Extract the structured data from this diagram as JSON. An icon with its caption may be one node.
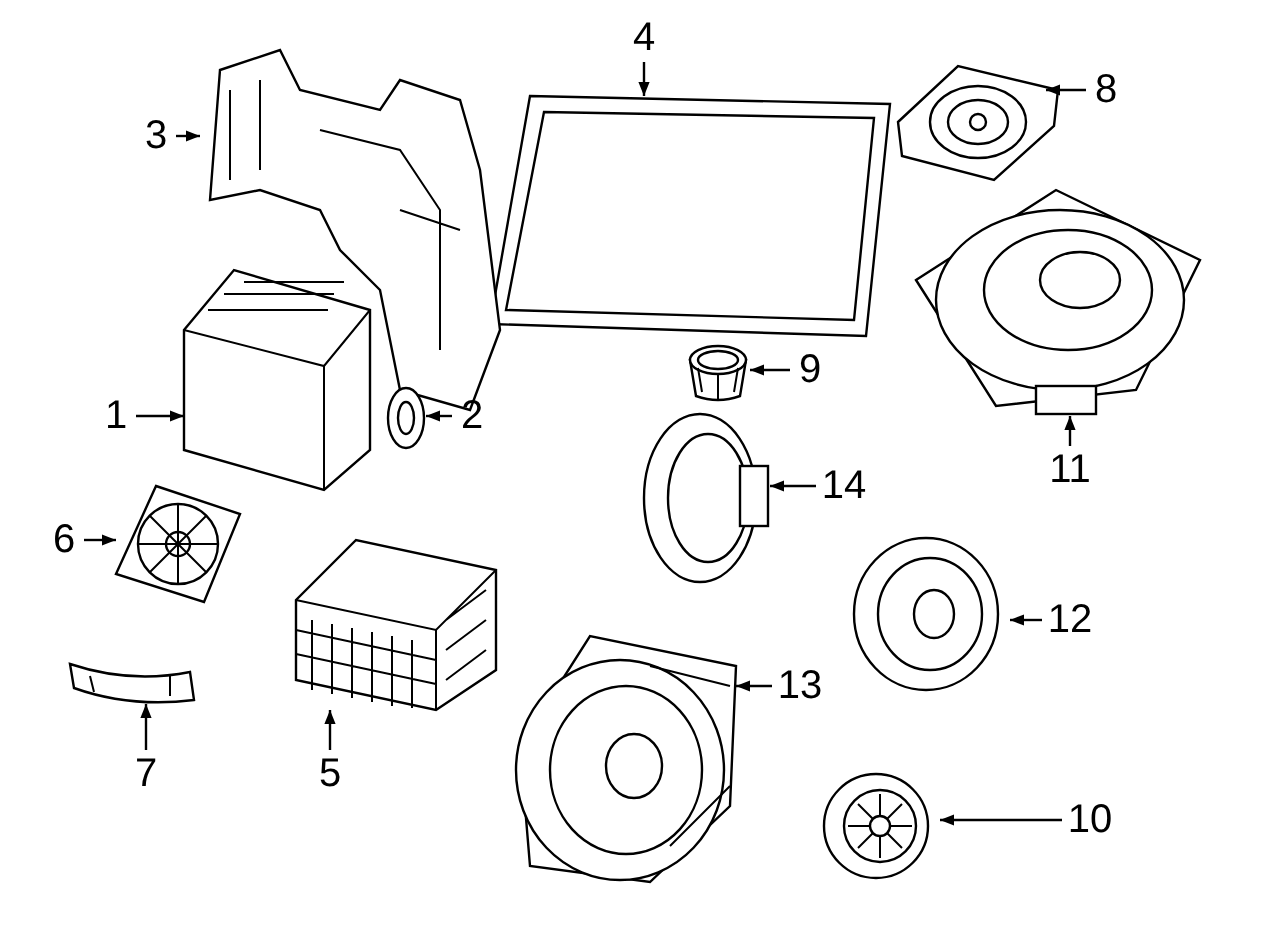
{
  "diagram": {
    "nodes": [
      {
        "text": [
          "4"
        ]
      },
      {
        "text": [
          "8"
        ]
      },
      {
        "text": [
          "3"
        ]
      },
      {
        "text": [
          "11"
        ]
      },
      {
        "text": [
          "1"
        ]
      },
      {
        "text": [
          "9"
        ]
      },
      {
        "text": [
          "2"
        ]
      },
      {
        "text": [
          "14"
        ]
      },
      {
        "text": [
          "6"
        ]
      },
      {
        "text": [
          "12"
        ]
      },
      {
        "text": [
          "13"
        ]
      },
      {
        "text": [
          "5"
        ]
      },
      {
        "text": [
          "7"
        ]
      },
      {
        "text": [
          "10"
        ]
      },
      {
        "text": [],
        "shape": "picture"
      },
      {
        "text": [],
        "shape": "picture"
      },
      {
        "text": [],
        "shape": "picture"
      },
      {
        "text": [],
        "shape": "picture"
      },
      {
        "text": [],
        "shape": "picture"
      },
      {
        "text": [],
        "shape": "picture"
      },
      {
        "text": [],
        "shape": "picture"
      },
      {
        "text": [],
        "shape": "picture"
      },
      {
        "text": [],
        "shape": "picture"
      },
      {
        "text": [],
        "shape": "picture"
      },
      {
        "text": [],
        "shape": "picture"
      },
      {
        "text": [],
        "shape": "picture"
      },
      {
        "text": [],
        "shape": "picture"
      },
      {
        "text": [],
        "shape": "picture"
      }
    ],
    "edges": [
      {
        "from": 0,
        "to": 14,
        "arrow": "to"
      },
      {
        "from": 1,
        "to": 15,
        "arrow": "to"
      },
      {
        "from": 2,
        "to": 16,
        "arrow": "to"
      },
      {
        "from": 3,
        "to": 17,
        "arrow": "to"
      },
      {
        "from": 4,
        "to": 18,
        "arrow": "to"
      },
      {
        "from": 5,
        "to": 19,
        "arrow": "to"
      },
      {
        "from": 6,
        "to": 20,
        "arrow": "to"
      },
      {
        "from": 7,
        "to": 21,
        "arrow": "to"
      },
      {
        "from": 8,
        "to": 22,
        "arrow": "to"
      },
      {
        "from": 9,
        "to": 23,
        "arrow": "to"
      },
      {
        "from": 10,
        "to": 24,
        "arrow": "to"
      },
      {
        "from": 11,
        "to": 25,
        "arrow": "to"
      },
      {
        "from": 12,
        "to": 26,
        "arrow": "to"
      },
      {
        "from": 13,
        "to": 27,
        "arrow": "to"
      }
    ]
  }
}
